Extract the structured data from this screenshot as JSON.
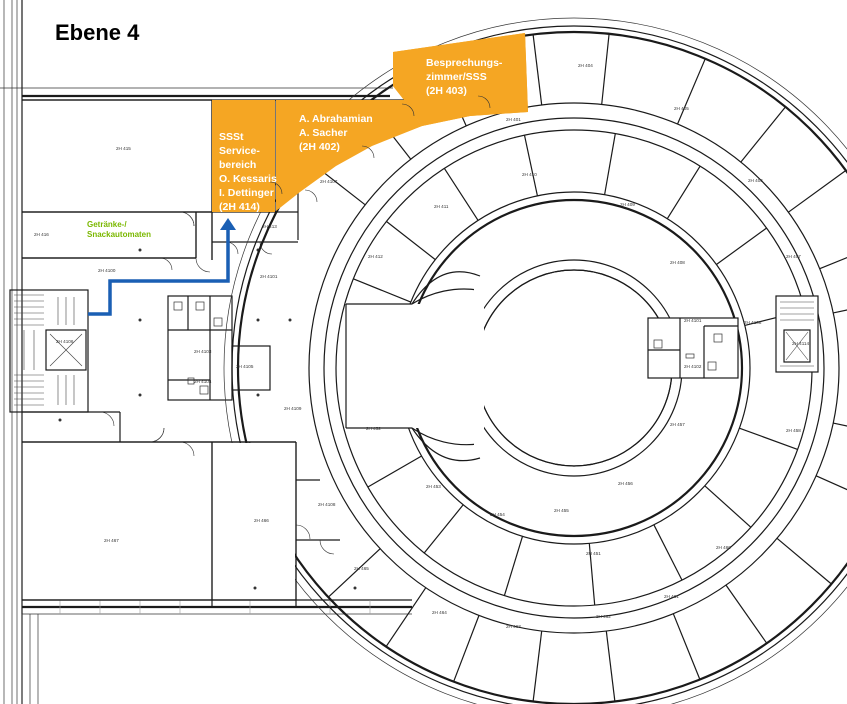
{
  "title": "Ebene 4",
  "colors": {
    "highlight": "#f5a623",
    "route": "#1a5fb4",
    "green_label": "#7ab800"
  },
  "highlighted_rooms": {
    "service": [
      "SSSt",
      "Service-",
      "bereich",
      "O. Kessaris",
      "I. Dettinger",
      "(2H 414)"
    ],
    "office": [
      "A. Abrahamian",
      "A. Sacher",
      "(2H 402)"
    ],
    "meeting": [
      "Besprechungs-",
      "zimmer/SSS",
      "(2H 403)"
    ]
  },
  "vending_label": [
    "Getränke-/",
    "Snackautomaten"
  ],
  "rooms": {
    "r415": "2H 415",
    "r416": "2H 416",
    "r4100": "2H 4100",
    "r4101": "2H 4101",
    "r4107": "2H 4107",
    "r413": "2H 413",
    "r4103": "2H 4103",
    "r4104": "2H 4104",
    "r4105": "2H 4105",
    "r4109": "2H 4109",
    "r4106": "2H 4106",
    "r467": "2H 467",
    "r466": "2H 466",
    "r465": "2H 465",
    "r4108b": "2H 4108",
    "r404": "2H 404",
    "r405": "2H 405",
    "r406": "2H 406",
    "r407": "2H 407",
    "r401": "2H 401",
    "r410": "2H 410",
    "r409": "2H 409",
    "r408": "2H 408",
    "r412": "2H 412",
    "r411": "2H 411",
    "r4101b": "2H 4101",
    "r4102": "2H 4102",
    "r4108": "2H 4108",
    "r4114": "2H 4114",
    "r452": "2H 452",
    "r453": "2H 453",
    "r454": "2H 454",
    "r455": "2H 455",
    "r456": "2H 456",
    "r457": "2H 457",
    "r458": "2H 458",
    "r460": "2H 460",
    "r461": "2H 461",
    "r462": "2H 462",
    "r463": "2H 463",
    "r464": "2H 464",
    "r451": "2H 451"
  }
}
